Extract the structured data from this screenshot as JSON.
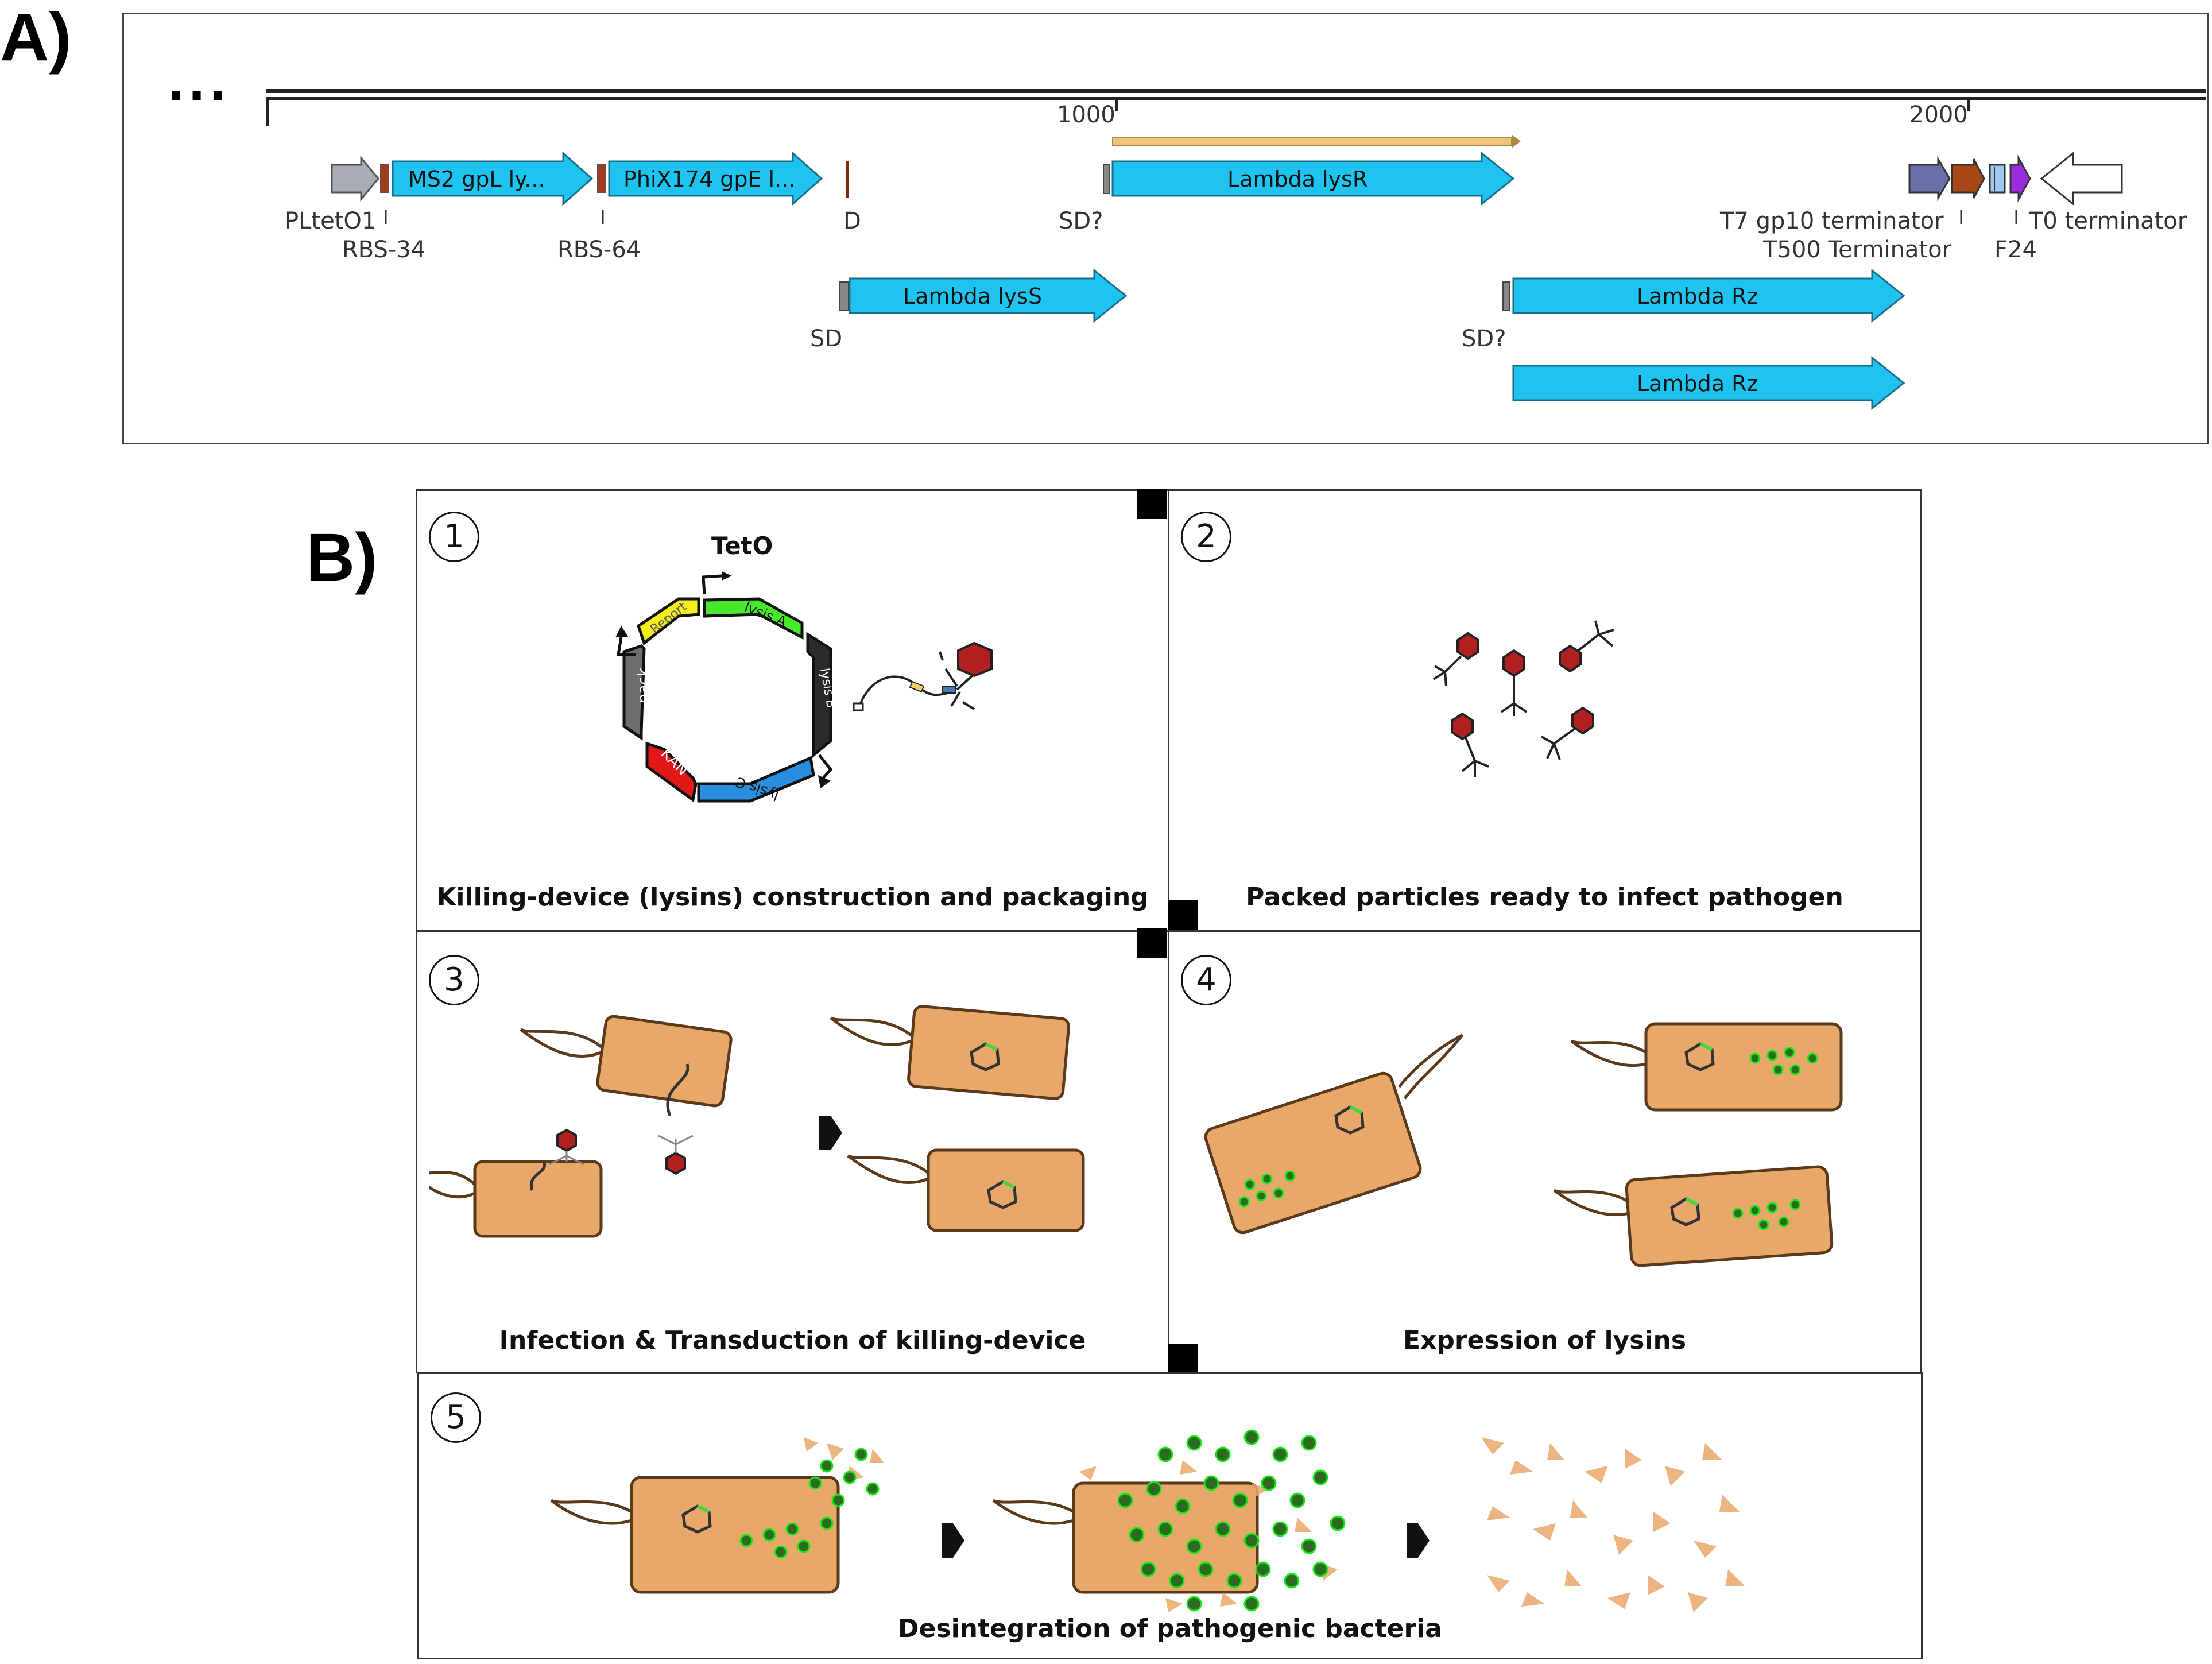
{
  "panel_a": {
    "label": "A)",
    "ellipsis": "...",
    "ruler": {
      "tick_1000": "1000",
      "tick_2000": "2000"
    },
    "features": {
      "pltet": "PLtetO1",
      "rbs34": "RBS-34",
      "ms2": "MS2 gpL ly...",
      "rbs64": "RBS-64",
      "phix": "PhiX174 gpE l...",
      "d": "D",
      "sd1": "SD?",
      "lysr": "Lambda lysR",
      "lyss": "Lambda lysS",
      "sd2": "SD",
      "sd3": "SD?",
      "rz1": "Lambda Rz",
      "rz2": "Lambda Rz",
      "t7": "T7 gp10 terminator",
      "t500": "T500 Terminator",
      "f24": "F24",
      "t0": "T0 terminator"
    },
    "colors": {
      "cds": "#1ec4ef",
      "promoter": "#a8adb3",
      "rbs": "#a33a1c",
      "highlight": "#f0c77a",
      "terminator_blue": "#6a6ea8",
      "terminator_brown": "#a84817",
      "f24": "#9a2be0"
    }
  },
  "panel_b": {
    "label": "B)",
    "steps": [
      {
        "number": "1",
        "caption": "Killing-device (lysins) construction and packaging"
      },
      {
        "number": "2",
        "caption": "Packed particles ready to infect pathogen"
      },
      {
        "number": "3",
        "caption": "Infection & Transduction of killing-device"
      },
      {
        "number": "4",
        "caption": "Expression of lysins"
      },
      {
        "number": "5",
        "caption": "Desintegration of pathogenic bacteria"
      }
    ],
    "plasmid": {
      "title": "TetO",
      "segments": [
        {
          "label": "lysis A",
          "color": "#48e82a"
        },
        {
          "label": "lysis B",
          "color": "#2b2b2b"
        },
        {
          "label": "lysis C",
          "color": "#2a8ee0"
        },
        {
          "label": "KAN",
          "color": "#e01818"
        },
        {
          "label": "pack",
          "color": "#6e6e6e"
        },
        {
          "label": "Report",
          "color": "#f4ee1a"
        }
      ]
    },
    "colors": {
      "cell_fill": "#e8a86a",
      "cell_stroke": "#5a3a1a",
      "lysin": "#2e6b22",
      "lysin_glow": "#18e818",
      "phage_head": "#b02020"
    }
  }
}
